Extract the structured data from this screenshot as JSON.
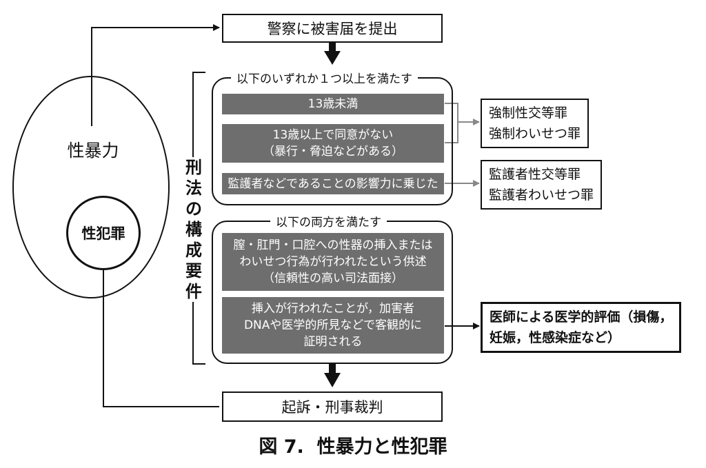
{
  "top_box": "警察に被害届を提出",
  "bottom_box": "起訴・刑事裁判",
  "outer_circle_label": "性暴力",
  "inner_circle_label": "性犯罪",
  "side_label": "刑法の構成要件",
  "group1": {
    "legend": "以下のいずれか１つ以上を満たす",
    "item1": "13歳未満",
    "item2_line1": "13歳以上で同意がない",
    "item2_line2": "（暴行・脅迫などがある）",
    "item3": "監護者などであることの影響力に乗じた"
  },
  "group2": {
    "legend": "以下の両方を満たす",
    "item1_line1": "膣・肛門・口腔への性器の挿入または",
    "item1_line2": "わいせつ行為が行われたという供述",
    "item1_line3": "（信頼性の高い司法面接）",
    "item2_line1": "挿入が行われたことが，加害者",
    "item2_line2": "DNAや医学的所見などで客観的に",
    "item2_line3": "証明される"
  },
  "result1": {
    "line1": "強制性交等罪",
    "line2": "強制わいせつ罪"
  },
  "result2": {
    "line1": "監護者性交等罪",
    "line2": "監護者わいせつ罪"
  },
  "result3": {
    "line1": "医師による医学的評価（損傷，",
    "line2": "妊娠，性感染症など）"
  },
  "caption": "図 7.  性暴力と性犯罪"
}
